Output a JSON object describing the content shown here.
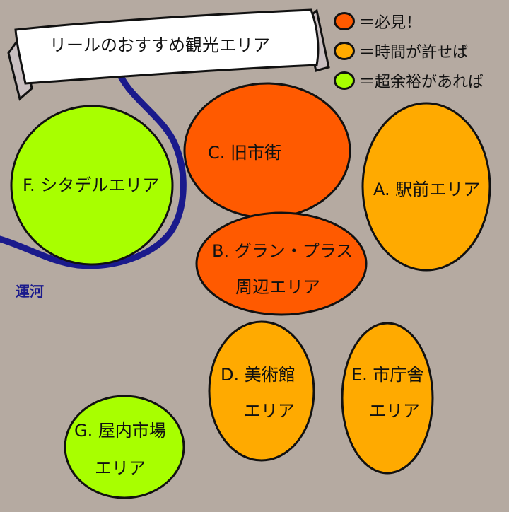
{
  "banner": {
    "title": "リールのおすすめ観光エリア"
  },
  "legend": [
    {
      "label": "＝必見！",
      "color": "#ff5a00"
    },
    {
      "label": "＝時間が許せば",
      "color": "#ffaa00"
    },
    {
      "label": "＝超余裕があれば",
      "color": "#a8ff00"
    }
  ],
  "canal": {
    "label": "運河",
    "color": "#1a1a8c"
  },
  "areas": [
    {
      "id": "C",
      "lines": [
        "C. 旧市街"
      ],
      "priority": "必見",
      "color": "#ff5a00"
    },
    {
      "id": "B",
      "lines": [
        "B. グラン・プラス",
        "周辺エリア"
      ],
      "priority": "必見",
      "color": "#ff5a00"
    },
    {
      "id": "A",
      "lines": [
        "A. 駅前エリア"
      ],
      "priority": "時間が許せば",
      "color": "#ffaa00"
    },
    {
      "id": "D",
      "lines": [
        "D. 美術館",
        "エリア"
      ],
      "priority": "時間が許せば",
      "color": "#ffaa00"
    },
    {
      "id": "E",
      "lines": [
        "E. 市庁舎",
        "エリア"
      ],
      "priority": "時間が許せば",
      "color": "#ffaa00"
    },
    {
      "id": "F",
      "lines": [
        "F. シタデルエリア"
      ],
      "priority": "超余裕があれば",
      "color": "#a8ff00"
    },
    {
      "id": "G",
      "lines": [
        "G. 屋内市場",
        "エリア"
      ],
      "priority": "超余裕があれば",
      "color": "#a8ff00"
    }
  ]
}
